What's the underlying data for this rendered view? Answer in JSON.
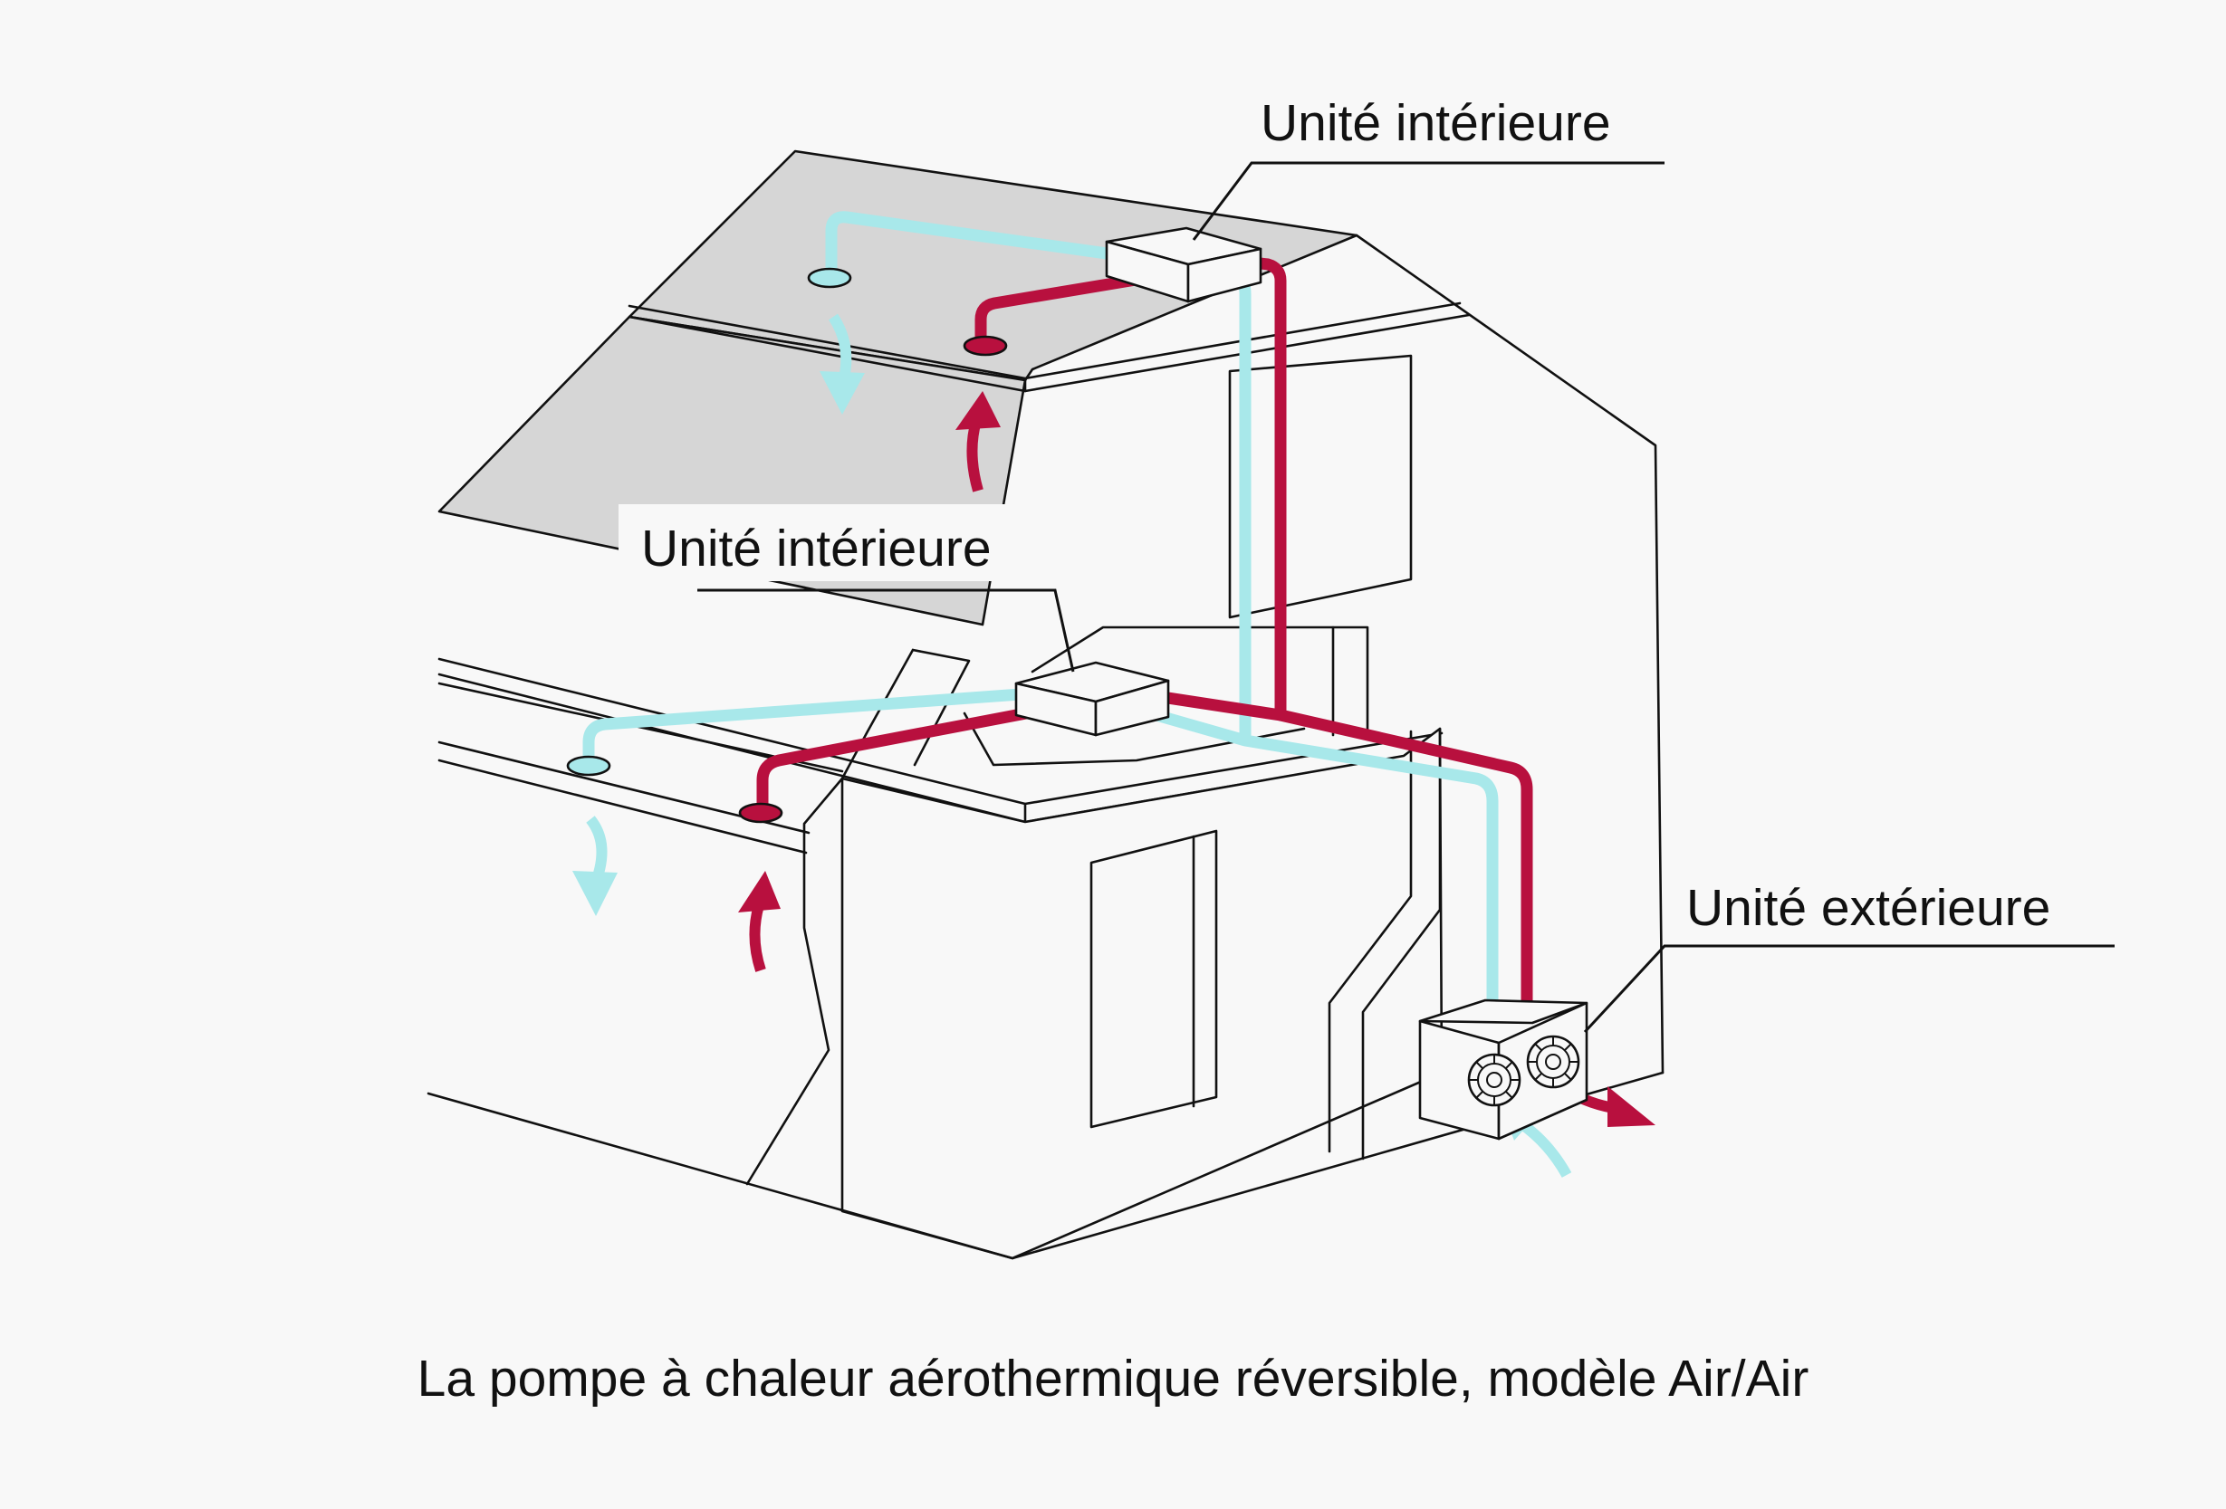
{
  "labels": {
    "upper_indoor": "Unité intérieure",
    "lower_indoor": "Unité intérieure",
    "outdoor": "Unité extérieure"
  },
  "caption": "La pompe à chaleur aérothermique réversible, modèle Air/Air",
  "colors": {
    "background": "#f8f8f8",
    "cold": "#a8e8ea",
    "hot": "#b8103e",
    "roof": "#d6d6d6",
    "line": "#111111"
  }
}
